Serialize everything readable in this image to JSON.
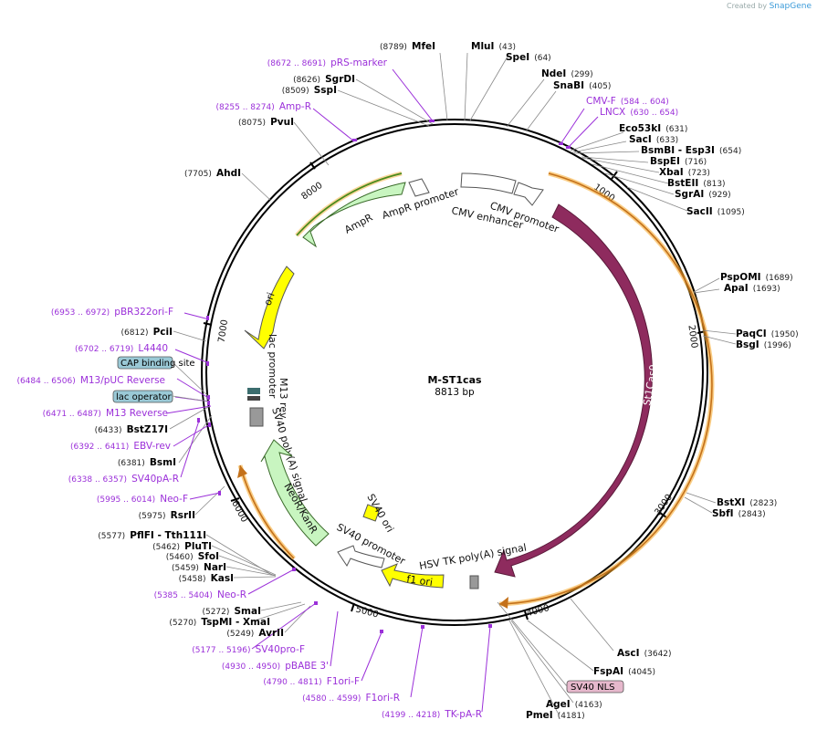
{
  "credit": {
    "prefix": "Created by",
    "brand": "SnapGene"
  },
  "plasmid": {
    "name": "M-ST1cas",
    "length": "8813 bp"
  },
  "ticks": [
    "1000",
    "2000",
    "3000",
    "4000",
    "5000",
    "6000",
    "7000",
    "8000"
  ],
  "sites": [
    {
      "num": "(8789)",
      "name": "MfeI"
    },
    {
      "num": "(43)",
      "name": "MluI"
    },
    {
      "num": "(64)",
      "name": "SpeI"
    },
    {
      "num": "(299)",
      "name": "NdeI"
    },
    {
      "num": "(405)",
      "name": "SnaBI"
    },
    {
      "num": "(631)",
      "name": "Eco53kI"
    },
    {
      "num": "(633)",
      "name": "SacI"
    },
    {
      "num": "(654)",
      "name": "BsmBI - Esp3I"
    },
    {
      "num": "(716)",
      "name": "BspEI"
    },
    {
      "num": "(723)",
      "name": "XbaI"
    },
    {
      "num": "(813)",
      "name": "BstEII"
    },
    {
      "num": "(929)",
      "name": "SgrAI"
    },
    {
      "num": "(1095)",
      "name": "SacII"
    },
    {
      "num": "(1689)",
      "name": "PspOMI"
    },
    {
      "num": "(1693)",
      "name": "ApaI"
    },
    {
      "num": "(1950)",
      "name": "PaqCI"
    },
    {
      "num": "(1996)",
      "name": "BsgI"
    },
    {
      "num": "(2823)",
      "name": "BstXI"
    },
    {
      "num": "(2843)",
      "name": "SbfI"
    },
    {
      "num": "(3642)",
      "name": "AscI"
    },
    {
      "num": "(4045)",
      "name": "FspAI"
    },
    {
      "num": "(4163)",
      "name": "AgeI"
    },
    {
      "num": "(4181)",
      "name": "PmeI"
    },
    {
      "num": "(8626)",
      "name": "SgrDI"
    },
    {
      "num": "(8509)",
      "name": "SspI"
    },
    {
      "num": "(8075)",
      "name": "PvuI"
    },
    {
      "num": "(7705)",
      "name": "AhdI"
    },
    {
      "num": "(6812)",
      "name": "PciI"
    },
    {
      "num": "(6433)",
      "name": "BstZ17I"
    },
    {
      "num": "(6381)",
      "name": "BsmI"
    },
    {
      "num": "(5975)",
      "name": "RsrII"
    },
    {
      "num": "(5577)",
      "name": "PflFI - Tth111I"
    },
    {
      "num": "(5462)",
      "name": "PluTI"
    },
    {
      "num": "(5460)",
      "name": "SfoI"
    },
    {
      "num": "(5459)",
      "name": "NarI"
    },
    {
      "num": "(5458)",
      "name": "KasI"
    },
    {
      "num": "(5272)",
      "name": "SmaI"
    },
    {
      "num": "(5270)",
      "name": "TspMI - XmaI"
    },
    {
      "num": "(5249)",
      "name": "AvrII"
    }
  ],
  "primers": [
    {
      "num": "(8672 .. 8691)",
      "name": "pRS-marker"
    },
    {
      "num": "(8255 .. 8274)",
      "name": "Amp-R"
    },
    {
      "num": "(584 .. 604)",
      "name": "CMV-F"
    },
    {
      "num": "(630 .. 654)",
      "name": "LNCX"
    },
    {
      "num": "(6953 .. 6972)",
      "name": "pBR322ori-F"
    },
    {
      "num": "(6702 .. 6719)",
      "name": "L4440"
    },
    {
      "num": "(6484 .. 6506)",
      "name": "M13/pUC Reverse"
    },
    {
      "num": "(6471 .. 6487)",
      "name": "M13 Reverse"
    },
    {
      "num": "(6392 .. 6411)",
      "name": "EBV-rev"
    },
    {
      "num": "(6338 .. 6357)",
      "name": "SV40pA-R"
    },
    {
      "num": "(5995 .. 6014)",
      "name": "Neo-F"
    },
    {
      "num": "(5385 .. 5404)",
      "name": "Neo-R"
    },
    {
      "num": "(5177 .. 5196)",
      "name": "SV40pro-F"
    },
    {
      "num": "(4930 .. 4950)",
      "name": "pBABE 3'"
    },
    {
      "num": "(4790 .. 4811)",
      "name": "F1ori-F"
    },
    {
      "num": "(4580 .. 4599)",
      "name": "F1ori-R"
    },
    {
      "num": "(4199 .. 4218)",
      "name": "TK-pA-R"
    }
  ],
  "boxes": {
    "cap": "CAP binding site",
    "lac": "lac operator",
    "sv40nls": "SV40 NLS"
  },
  "features": {
    "st1cas9": "St1Cas9",
    "cmv_promoter": "CMV promoter",
    "cmv_enhancer": "CMV enhancer",
    "ampr": "AmpR",
    "ampr_promoter": "AmpR promoter",
    "ori": "ori",
    "lac_promoter": "lac promoter",
    "m13_rev": "M13 rev",
    "sv40_polya": "SV40 poly(A) signal",
    "neor": "NeoR/KanR",
    "sv40_ori": "SV40 ori",
    "sv40_promoter": "SV40 promoter",
    "f1_ori": "f1 ori",
    "hsv_tk": "HSV TK poly(A) signal"
  },
  "colors": {
    "st1cas9": "#8e2b5e",
    "orf": "#f5a623",
    "ampr": "#c8f5c0",
    "ori": "#ffff00",
    "primer": "#9b30d9",
    "box": "#9ac9d6",
    "nls": "#e6b8cc"
  }
}
